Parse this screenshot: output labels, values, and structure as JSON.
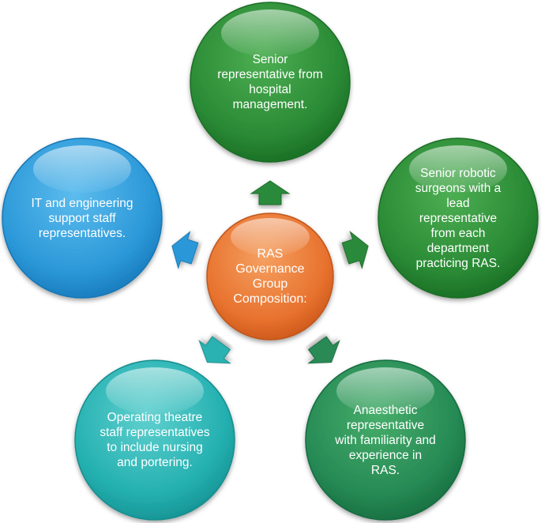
{
  "center": {
    "text": "RAS Governance Group Composition:"
  },
  "members": [
    {
      "id": "management",
      "text": "Senior representative from hospital management."
    },
    {
      "id": "surgeons",
      "text": "Senior robotic surgeons with a lead representative from each department practicing RAS."
    },
    {
      "id": "anaesthetic",
      "text": "Anaesthetic representative with familiarity and experience in RAS."
    },
    {
      "id": "theatre",
      "text": "Operating theatre staff representatives to include nursing and portering."
    },
    {
      "id": "it",
      "text": "IT and engineering support staff representatives."
    }
  ],
  "colors": {
    "center": "#e8722e",
    "management": "#2f8a3c",
    "surgeons": "#2f8a3c",
    "anaesthetic": "#2a8a5a",
    "theatre": "#2ab2b2",
    "it": "#2b98d8"
  }
}
